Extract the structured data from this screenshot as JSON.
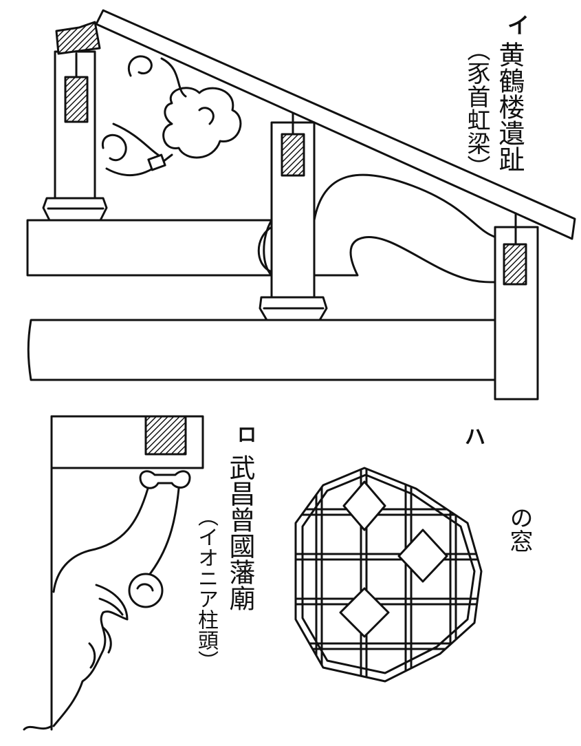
{
  "panels": {
    "i": {
      "marker": "イ",
      "title": "黄鶴楼遺趾",
      "note": "（豕首虹梁）"
    },
    "ro": {
      "marker": "ロ",
      "title": "武昌曾國藩廟",
      "note": "（イオニア柱頭）"
    },
    "ha": {
      "marker": "ハ",
      "title": "の窓"
    }
  },
  "colors": {
    "ink": "#111111",
    "paper": "#ffffff"
  }
}
